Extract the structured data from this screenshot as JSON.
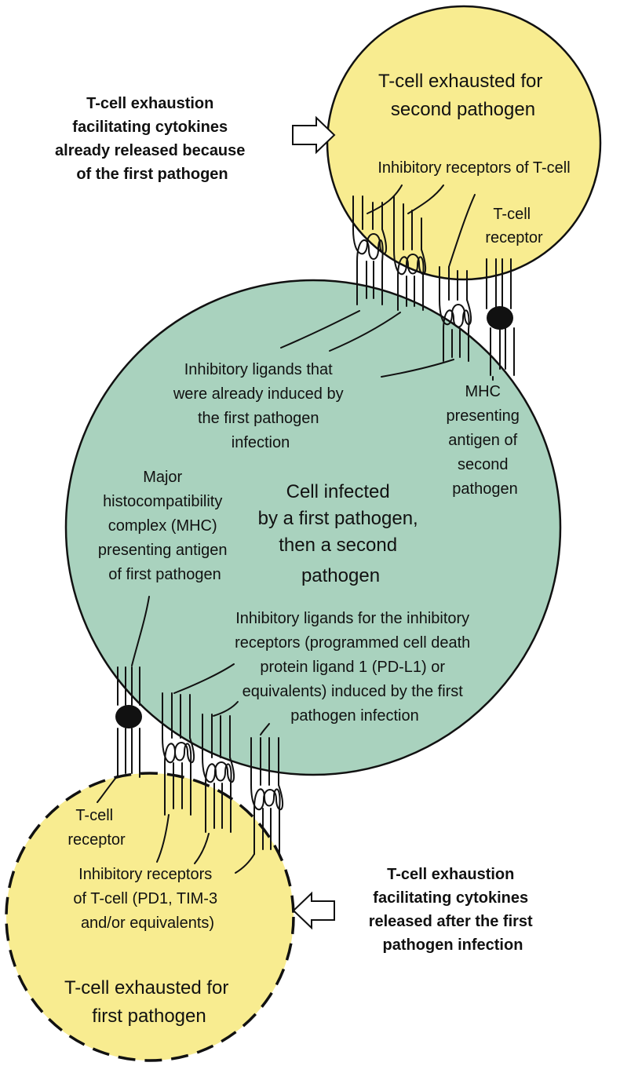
{
  "colors": {
    "tcell": "#f8ec90",
    "infected": "#a9d2be",
    "outline": "#111111",
    "text": "#111111"
  },
  "top_tcell": {
    "title": [
      "T-cell exhausted for",
      "second pathogen"
    ],
    "inhibitory_receptors": "Inhibitory receptors of T-cell",
    "tcell_receptor": [
      "T-cell",
      "receptor"
    ]
  },
  "top_cytokines": [
    "T-cell exhaustion",
    "facilitating cytokines",
    "already released because",
    "of the first pathogen"
  ],
  "infected_cell": {
    "title": [
      "Cell infected",
      "by a first pathogen,",
      "then a second",
      "pathogen"
    ],
    "induced_ligands": [
      "Inhibitory ligands that",
      "were already induced by",
      "the first pathogen",
      "infection"
    ],
    "mhc_second": [
      "MHC",
      "presenting",
      "antigen of",
      "second",
      "pathogen"
    ],
    "mhc_first": [
      "Major",
      "histocompatibility",
      "complex (MHC)",
      "presenting antigen",
      "of first pathogen"
    ],
    "pdl1_ligands": [
      "Inhibitory ligands for the inhibitory",
      "receptors (programmed cell death",
      "protein ligand 1 (PD-L1) or",
      "equivalents) induced by the first",
      "pathogen infection"
    ]
  },
  "bottom_tcell": {
    "tcell_receptor": [
      "T-cell",
      "receptor"
    ],
    "inhibitory_receptors": [
      "Inhibitory receptors",
      "of T-cell (PD1, TIM-3",
      "and/or equivalents)"
    ],
    "title": [
      "T-cell exhausted for",
      "first pathogen"
    ]
  },
  "bottom_cytokines": [
    "T-cell exhaustion",
    "facilitating cytokines",
    "released after the first",
    "pathogen infection"
  ],
  "icons": [
    "right-arrow-icon",
    "left-arrow-icon",
    "mhc-black-blob-icon"
  ]
}
